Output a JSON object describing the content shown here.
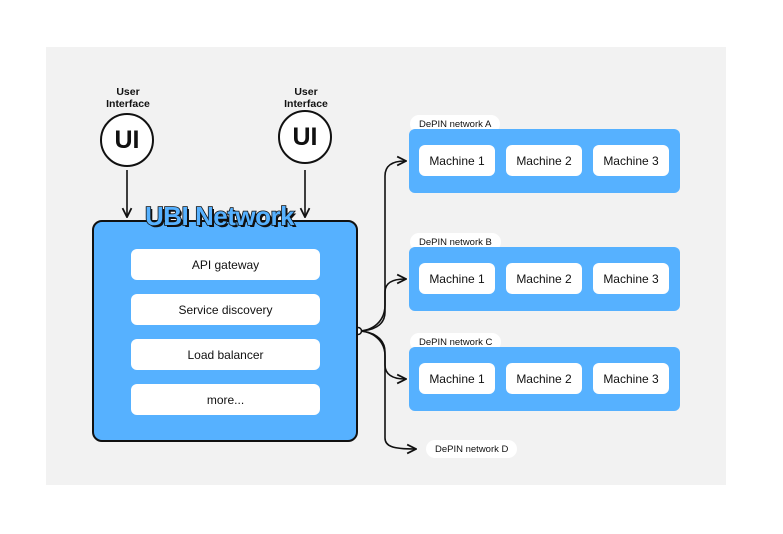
{
  "user_interfaces": [
    {
      "label_line1": "User",
      "label_line2": "Interface",
      "badge": "UI"
    },
    {
      "label_line1": "User",
      "label_line2": "Interface",
      "badge": "UI"
    }
  ],
  "ubi": {
    "title": "UBI Network",
    "services": [
      "API gateway",
      "Service discovery",
      "Load balancer",
      "more..."
    ]
  },
  "depin_networks": [
    {
      "label": "DePIN network A",
      "machines": [
        "Machine 1",
        "Machine 2",
        "Machine 3"
      ]
    },
    {
      "label": "DePIN network B",
      "machines": [
        "Machine 1",
        "Machine 2",
        "Machine 3"
      ]
    },
    {
      "label": "DePIN network C",
      "machines": [
        "Machine 1",
        "Machine 2",
        "Machine 3"
      ]
    },
    {
      "label": "DePIN network D",
      "machines": []
    }
  ],
  "colors": {
    "accent": "#56b1ff",
    "outline": "#111111",
    "background": "#f2f2f2"
  }
}
